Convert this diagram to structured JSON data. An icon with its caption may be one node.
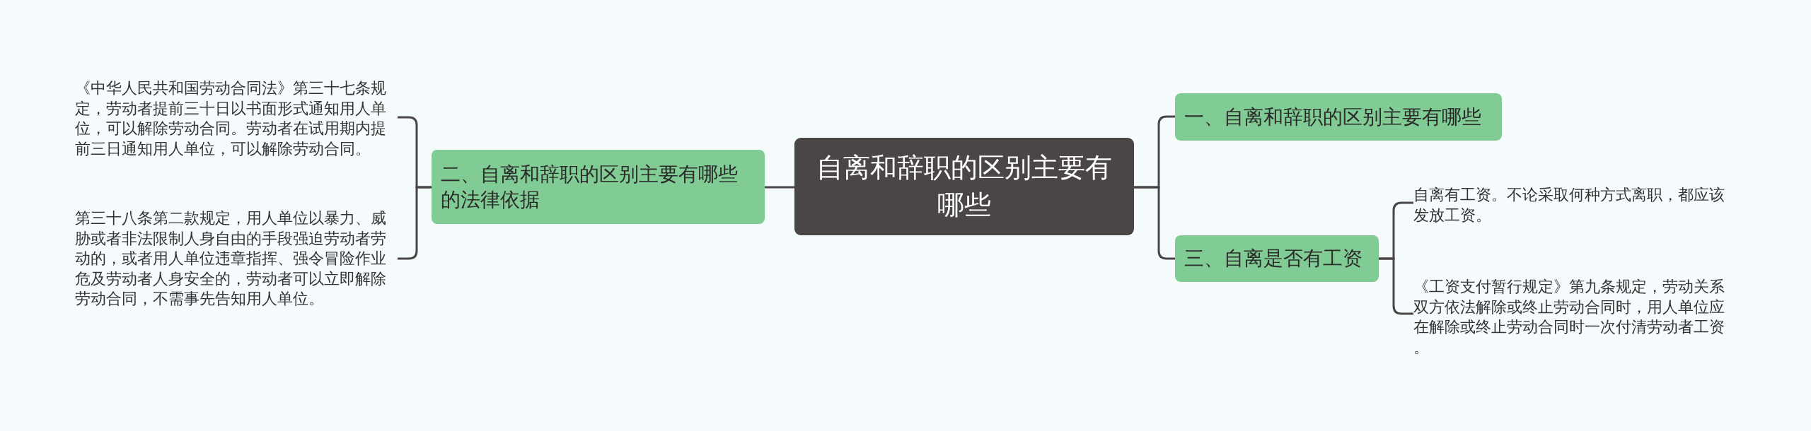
{
  "diagram": {
    "nodes": [
      {
        "text": [
          "自离和辞职的区别主要有哪些"
        ]
      },
      {
        "text": [
          "二、自离和辞职的区别主要有哪些的法律依据"
        ]
      },
      {
        "text": [
          "《中华人民共和国劳动合同法》第三十七条规定，劳动者提前三十日以书面形式通知用人单位，可以解除劳动合同。劳动者在试用期内提前三日通知用人单位，可以解除劳动合同。"
        ]
      },
      {
        "text": [
          "第三十八条第二款规定，用人单位以暴力、威胁或者非法限制人身自由的手段强迫劳动者劳动的，或者用人单位违章指挥、强令冒险作业危及劳动者人身安全的，劳动者可以立即解除劳动合同，不需事先告知用人单位。"
        ]
      },
      {
        "text": [
          "一、自离和辞职的区别主要有哪些"
        ]
      },
      {
        "text": [
          "三、自离是否有工资"
        ]
      },
      {
        "text": [
          "自离有工资。不论采取何种方式离职，都应该发放工资。"
        ]
      },
      {
        "text": [
          "《工资支付暂行规定》第九条规定，劳动关系双方依法解除或终止劳动合同时，用人单位应在解除或终止劳动合同时一次付清劳动者工资。"
        ]
      }
    ],
    "edges": [
      {
        "from": 0,
        "to": 1,
        "arrow": "none"
      },
      {
        "from": 1,
        "to": 2,
        "arrow": "none"
      },
      {
        "from": 1,
        "to": 3,
        "arrow": "none"
      },
      {
        "from": 0,
        "to": 4,
        "arrow": "none"
      },
      {
        "from": 0,
        "to": 5,
        "arrow": "none"
      },
      {
        "from": 5,
        "to": 6,
        "arrow": "none"
      },
      {
        "from": 5,
        "to": 7,
        "arrow": "none"
      }
    ]
  }
}
